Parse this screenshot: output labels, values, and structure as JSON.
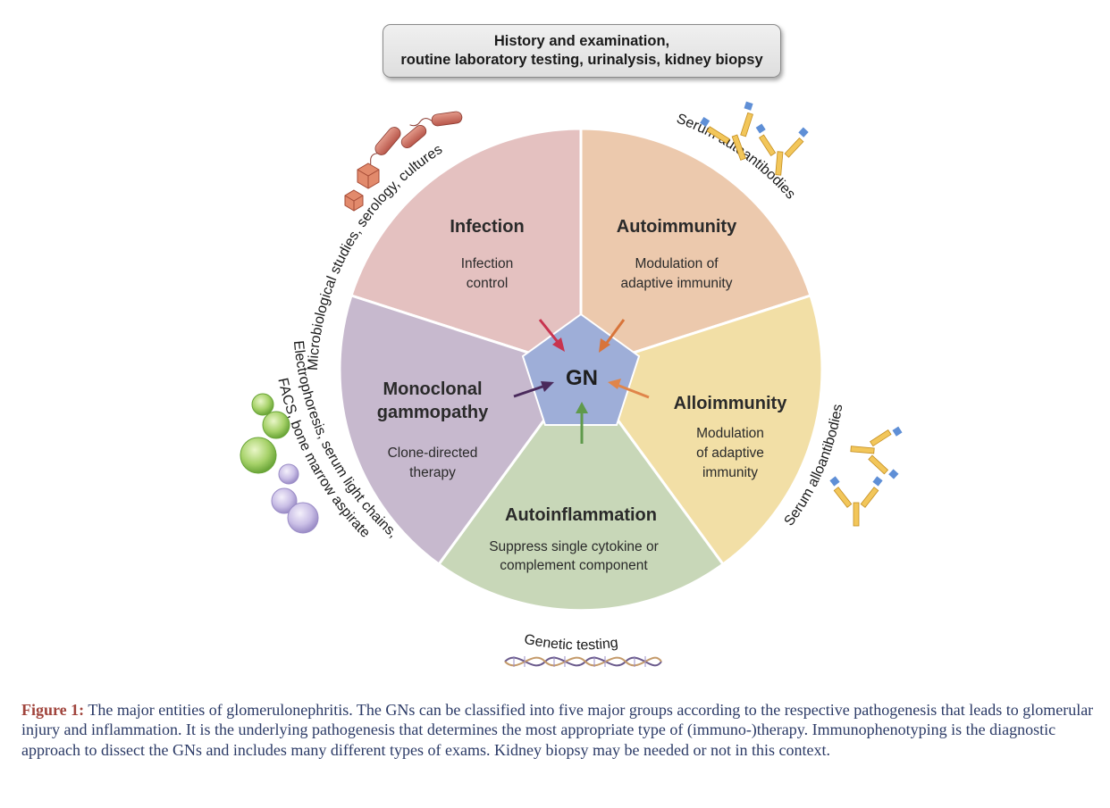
{
  "top_box": {
    "line1": "History and examination,",
    "line2": "routine laboratory testing, urinalysis, kidney biopsy"
  },
  "center": {
    "label": "GN",
    "color": "#9eaed8"
  },
  "segments": [
    {
      "id": "infection",
      "title": "Infection",
      "sub1": "Infection",
      "sub2": "control",
      "color": "#e4c1c0",
      "arrow_color": "#c8344f"
    },
    {
      "id": "autoimmunity",
      "title": "Autoimmunity",
      "sub1": "Modulation of",
      "sub2": "adaptive immunity",
      "color": "#ecc9ad",
      "arrow_color": "#d8743a"
    },
    {
      "id": "alloimmunity",
      "title": "Alloimmunity",
      "sub1": "Modulation",
      "sub2": "of adaptive",
      "sub3": "immunity",
      "color": "#f2dfa6",
      "arrow_color": "#e0854a"
    },
    {
      "id": "autoinflammation",
      "title": "Autoinflammation",
      "sub1": "Suppress single cytokine or",
      "sub2": "complement component",
      "color": "#c8d7b8",
      "arrow_color": "#5f9a4c"
    },
    {
      "id": "monoclonal",
      "title1": "Monoclonal",
      "title2": "gammopathy",
      "sub1": "Clone-directed",
      "sub2": "therapy",
      "color": "#c7b9ce",
      "arrow_color": "#4a2a5c"
    }
  ],
  "outer_labels": {
    "microbiology": "Microbiological studies, serology, cultures",
    "autoantibodies": "Serum autoantibodies",
    "alloantibodies": "Serum alloantibodies",
    "genetic": "Genetic testing",
    "electrophoresis_line1": "Electrophoresis, serum light chains,",
    "electrophoresis_line2": "FACS, bone marrow aspirate"
  },
  "icons": [
    "bacteria-icon",
    "virus-icon",
    "antibody-icon",
    "plasma-cell-icon",
    "dna-helix-icon"
  ],
  "caption": {
    "label": "Figure 1:",
    "text": " The major entities of glomerulonephritis. The GNs can be classified into five major groups according to the respective pathogenesis that leads to glomerular injury and inflammation. It is the underlying pathogenesis that determines the most appropriate type of (immuno-)therapy. Immunophenotyping is the diagnostic approach to dissect the GNs and includes many different types of exams. Kidney biopsy may be needed or not in this context."
  }
}
